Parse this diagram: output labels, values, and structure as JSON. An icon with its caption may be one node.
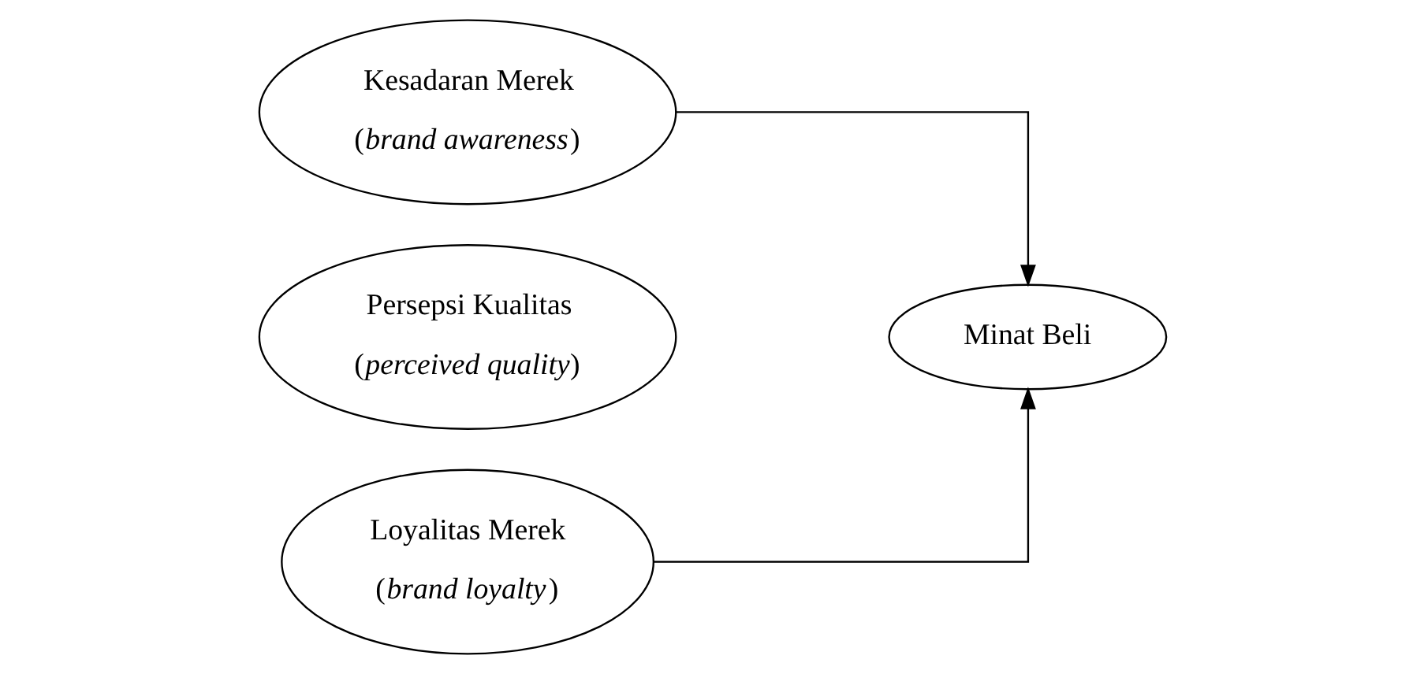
{
  "diagram": {
    "nodes": [
      {
        "text": [
          "Kesadaran Merek",
          "(*brand awareness*)"
        ]
      },
      {
        "text": [
          "Persepsi Kualitas",
          "(*perceived quality*)"
        ]
      },
      {
        "text": [
          "Loyalitas Merek",
          "(*brand loyalty*)"
        ]
      },
      {
        "text": [
          "Minat Beli"
        ]
      }
    ],
    "edges": [
      {
        "from": 0,
        "to": 3,
        "arrow": "to"
      },
      {
        "from": 2,
        "to": 3,
        "arrow": "to"
      }
    ]
  }
}
